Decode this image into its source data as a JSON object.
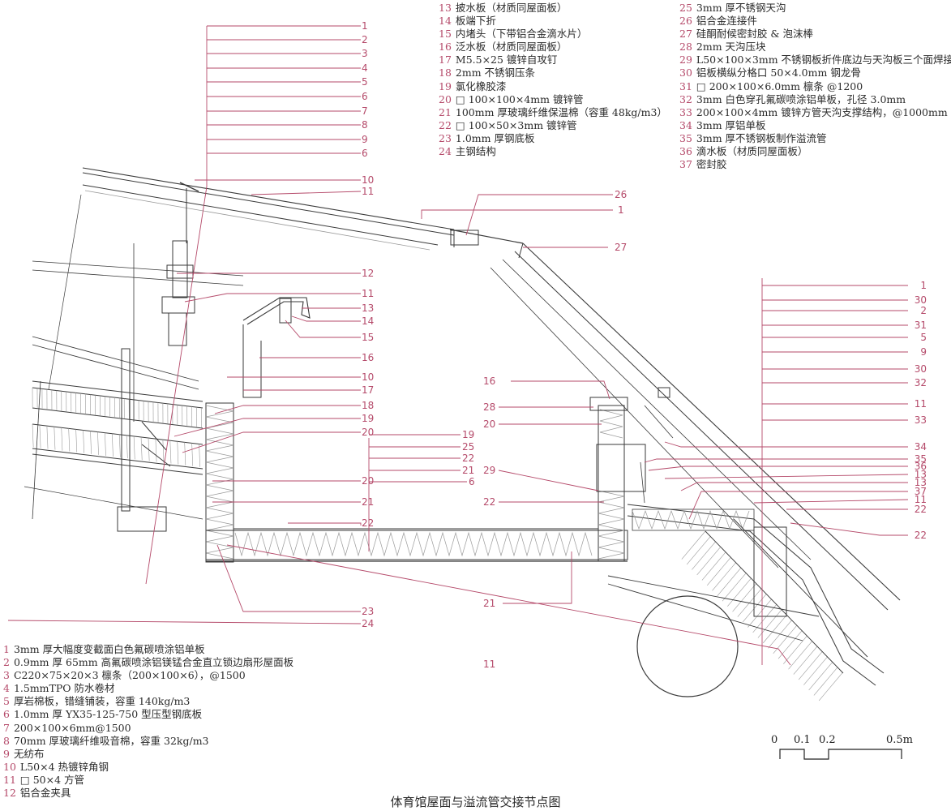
{
  "title": "体育馆屋面与溢流管交接节点图",
  "legend_top_left": [
    {
      "n": "13",
      "text": "披水板（材质同屋面板）"
    },
    {
      "n": "14",
      "text": "板端下折"
    },
    {
      "n": "15",
      "text": "内堵头（下带铝合金滴水片）"
    },
    {
      "n": "16",
      "text": "泛水板（材质同屋面板）"
    },
    {
      "n": "17",
      "text": "M5.5×25 镀锌自攻钉"
    },
    {
      "n": "18",
      "text": "2mm 不锈钢压条"
    },
    {
      "n": "19",
      "text": "氯化橡胶漆"
    },
    {
      "n": "20",
      "text": "□ 100×100×4mm 镀锌管"
    },
    {
      "n": "21",
      "text": "100mm 厚玻璃纤维保温棉（容重 48kg/m3）"
    },
    {
      "n": "22",
      "text": "□ 100×50×3mm 镀锌管"
    },
    {
      "n": "23",
      "text": "1.0mm 厚钢底板"
    },
    {
      "n": "24",
      "text": "主钢结构"
    }
  ],
  "legend_top_right": [
    {
      "n": "25",
      "text": "3mm 厚不锈钢天沟"
    },
    {
      "n": "26",
      "text": "铝合金连接件"
    },
    {
      "n": "27",
      "text": "硅酮耐候密封胶 & 泡沫棒"
    },
    {
      "n": "28",
      "text": "2mm 天沟压块"
    },
    {
      "n": "29",
      "text": "L50×100×3mm 不锈钢板折件底边与天沟板三个面焊接"
    },
    {
      "n": "30",
      "text": "铝板横纵分格口 50×4.0mm 钢龙骨"
    },
    {
      "n": "31",
      "text": "□ 200×100×6.0mm 檩条 @1200"
    },
    {
      "n": "32",
      "text": "3mm 白色穿孔氟碳喷涂铝单板，孔径 3.0mm"
    },
    {
      "n": "33",
      "text": "200×100×4mm 镀锌方管天沟支撑结构，@1000mm"
    },
    {
      "n": "34",
      "text": "3mm 厚铝单板"
    },
    {
      "n": "35",
      "text": "3mm 厚不锈钢板制作溢流管"
    },
    {
      "n": "36",
      "text": "滴水板（材质同屋面板）"
    },
    {
      "n": "37",
      "text": "密封胶"
    }
  ],
  "legend_bottom_left": [
    {
      "n": "1",
      "text": "3mm 厚大幅度变截面白色氟碳喷涂铝单板"
    },
    {
      "n": "2",
      "text": "0.9mm 厚 65mm 高氟碳喷涂铝镁锰合金直立锁边扇形屋面板"
    },
    {
      "n": "3",
      "text": "C220×75×20×3 檩条（200×100×6），@1500"
    },
    {
      "n": "4",
      "text": "1.5mmTPO 防水卷材"
    },
    {
      "n": "5",
      "text": "厚岩棉板，错缝铺装，容重 140kg/m3"
    },
    {
      "n": "6",
      "text": "1.0mm 厚 YX35-125-750 型压型钢底板"
    },
    {
      "n": "7",
      "text": "200×100×6mm@1500"
    },
    {
      "n": "8",
      "text": "70mm 厚玻璃纤维吸音棉，容重 32kg/m3"
    },
    {
      "n": "9",
      "text": "无纺布"
    },
    {
      "n": "10",
      "text": "L50×4 热镀锌角钢"
    },
    {
      "n": "11",
      "text": "□ 50×4 方管"
    },
    {
      "n": "12",
      "text": "铝合金夹具"
    }
  ],
  "callouts": {
    "left_stack": [
      "1",
      "2",
      "3",
      "4",
      "5",
      "6",
      "7",
      "8",
      "9",
      "6",
      "10",
      "11"
    ],
    "left_mid": [
      "12",
      "11",
      "13",
      "14",
      "15",
      "16",
      "10",
      "17",
      "18",
      "19",
      "20",
      "20",
      "21",
      "22",
      "23",
      "24"
    ],
    "center": [
      "19",
      "25",
      "22",
      "21",
      "6",
      "21"
    ],
    "gutter_top": [
      "26",
      "1",
      "27"
    ],
    "overflow": [
      "16",
      "28",
      "20",
      "29",
      "22",
      "11"
    ],
    "right_stack": [
      "1",
      "30",
      "2",
      "31",
      "5",
      "9",
      "30",
      "32",
      "11",
      "33",
      "34",
      "35",
      "36",
      "13",
      "13",
      "37",
      "11",
      "22"
    ]
  },
  "scale": {
    "labels": [
      "0",
      "0.1",
      "0.2",
      "0.5m"
    ]
  },
  "colors": {
    "leader": "#b54a6a",
    "line": "#3a3a3a",
    "hatch": "#9a9a9a"
  }
}
